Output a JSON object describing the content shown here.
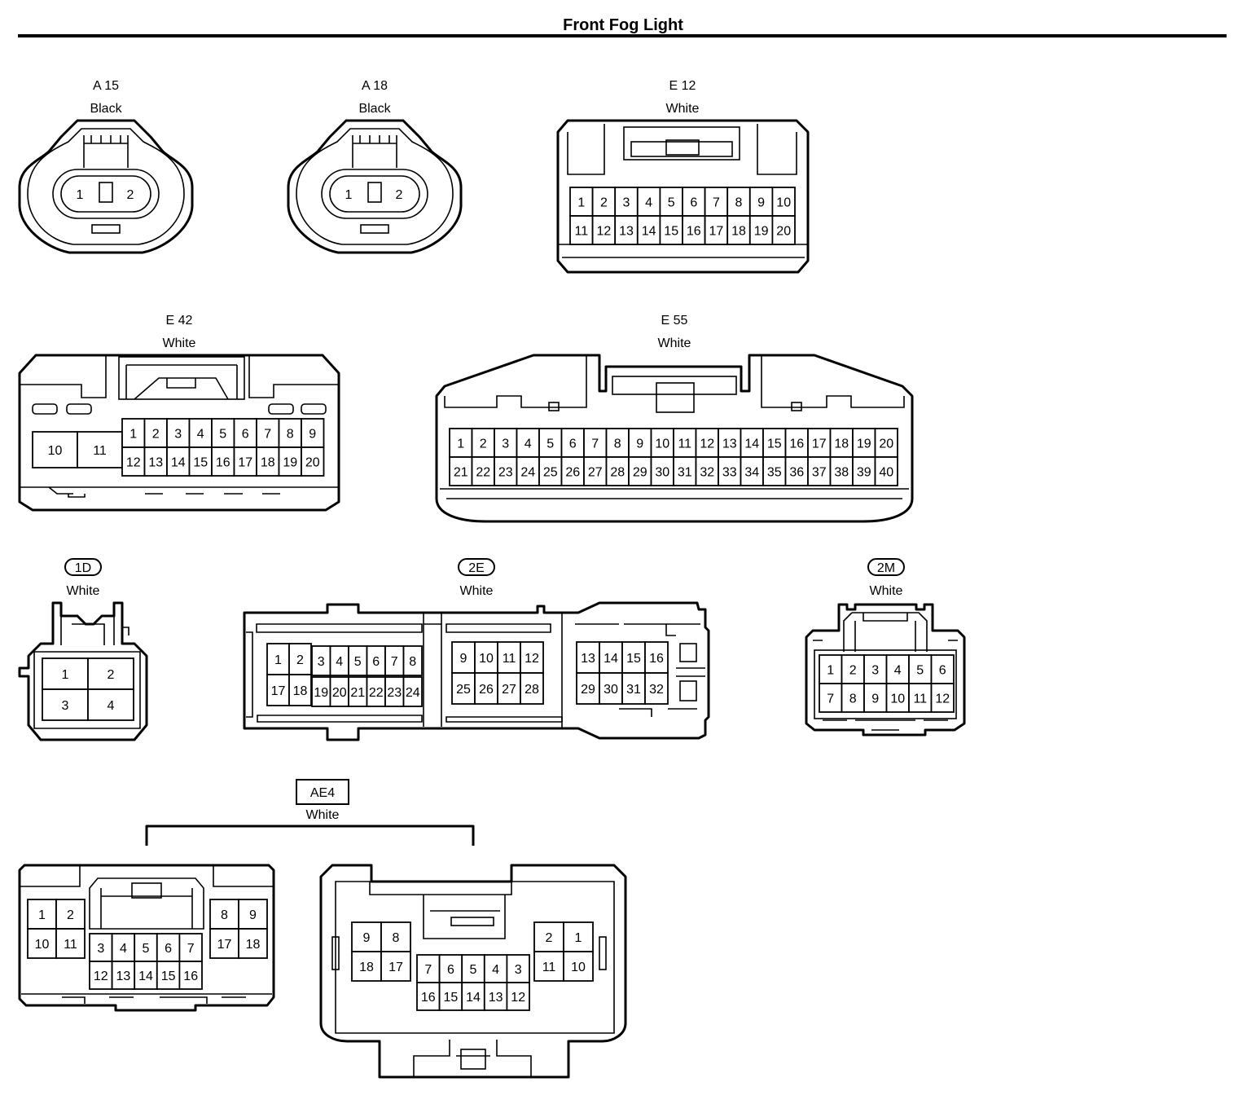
{
  "title": "Front Fog Light",
  "connectors": {
    "a15": {
      "code": "A 15",
      "color": "Black",
      "pins": [
        "1",
        "2"
      ]
    },
    "a18": {
      "code": "A 18",
      "color": "Black",
      "pins": [
        "1",
        "2"
      ]
    },
    "e12": {
      "code": "E 12",
      "color": "White",
      "rows": [
        [
          "1",
          "2",
          "3",
          "4",
          "5",
          "6",
          "7",
          "8",
          "9",
          "10"
        ],
        [
          "11",
          "12",
          "13",
          "14",
          "15",
          "16",
          "17",
          "18",
          "19",
          "20"
        ]
      ]
    },
    "e42": {
      "code": "E 42",
      "color": "White",
      "big": [
        "10",
        "11"
      ],
      "rows": [
        [
          "1",
          "2",
          "3",
          "4",
          "5",
          "6",
          "7",
          "8",
          "9"
        ],
        [
          "12",
          "13",
          "14",
          "15",
          "16",
          "17",
          "18",
          "19",
          "20"
        ]
      ]
    },
    "e55": {
      "code": "E 55",
      "color": "White",
      "rows": [
        [
          "1",
          "2",
          "3",
          "4",
          "5",
          "6",
          "7",
          "8",
          "9",
          "10",
          "11",
          "12",
          "13",
          "14",
          "15",
          "16",
          "17",
          "18",
          "19",
          "20"
        ],
        [
          "21",
          "22",
          "23",
          "24",
          "25",
          "26",
          "27",
          "28",
          "29",
          "30",
          "31",
          "32",
          "33",
          "34",
          "35",
          "36",
          "37",
          "38",
          "39",
          "40"
        ]
      ]
    },
    "c1d": {
      "code": "1D",
      "color": "White",
      "rows": [
        [
          "1",
          "2"
        ],
        [
          "3",
          "4"
        ]
      ]
    },
    "c2e": {
      "code": "2E",
      "color": "White",
      "groups": [
        {
          "rows": [
            [
              "1",
              "2",
              "3",
              "4",
              "5",
              "6",
              "7",
              "8"
            ],
            [
              "17",
              "18",
              "19",
              "20",
              "21",
              "22",
              "23",
              "24"
            ]
          ]
        },
        {
          "rows": [
            [
              "9",
              "10",
              "11",
              "12"
            ],
            [
              "25",
              "26",
              "27",
              "28"
            ]
          ]
        },
        {
          "rows": [
            [
              "13",
              "14",
              "15",
              "16"
            ],
            [
              "29",
              "30",
              "31",
              "32"
            ]
          ]
        }
      ]
    },
    "c2m": {
      "code": "2M",
      "color": "White",
      "rows": [
        [
          "1",
          "2",
          "3",
          "4",
          "5",
          "6"
        ],
        [
          "7",
          "8",
          "9",
          "10",
          "11",
          "12"
        ]
      ]
    },
    "ae4": {
      "code": "AE4",
      "color": "White",
      "left": {
        "top_left": [
          [
            "1",
            "2"
          ],
          [
            "10",
            "11"
          ]
        ],
        "top_right": [
          [
            "8",
            "9"
          ],
          [
            "17",
            "18"
          ]
        ],
        "bottom": [
          [
            "3",
            "4",
            "5",
            "6",
            "7"
          ],
          [
            "12",
            "13",
            "14",
            "15",
            "16"
          ]
        ]
      },
      "right": {
        "top_left": [
          [
            "9",
            "8"
          ],
          [
            "18",
            "17"
          ]
        ],
        "top_right": [
          [
            "2",
            "1"
          ],
          [
            "11",
            "10"
          ]
        ],
        "bottom": [
          [
            "7",
            "6",
            "5",
            "4",
            "3"
          ],
          [
            "16",
            "15",
            "14",
            "13",
            "12"
          ]
        ]
      }
    }
  }
}
